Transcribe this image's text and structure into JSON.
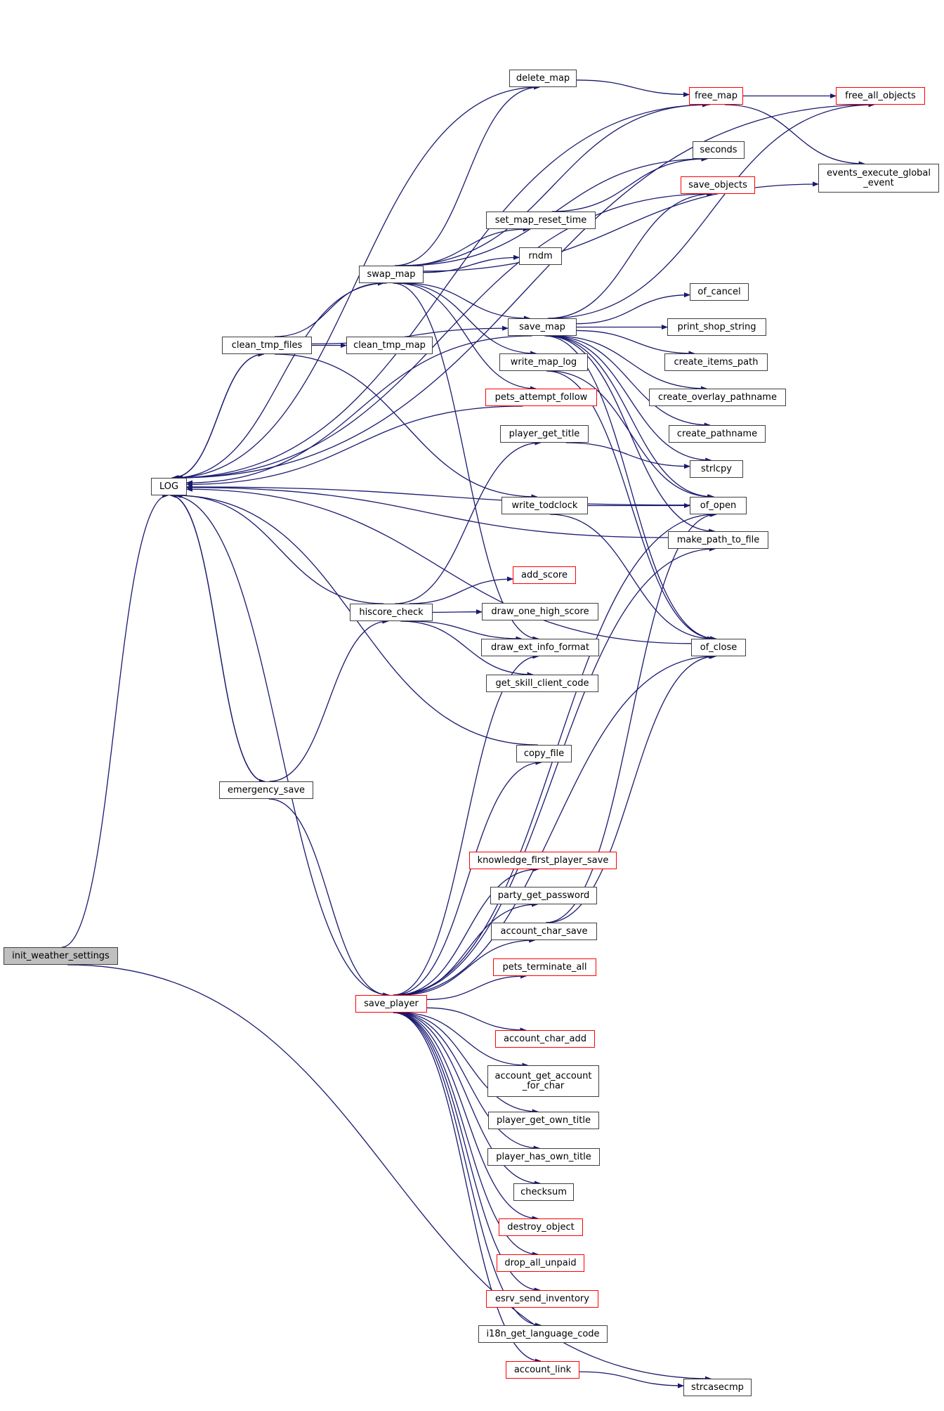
{
  "diagram": {
    "type": "call-graph",
    "edge_color": "#191970",
    "root": "init_weather_settings",
    "nodes": [
      {
        "id": "init_weather_settings",
        "label": "init_weather_settings",
        "style": "root"
      },
      {
        "id": "LOG",
        "label": "LOG",
        "style": "normal"
      },
      {
        "id": "clean_tmp_files",
        "label": "clean_tmp_files",
        "style": "normal"
      },
      {
        "id": "emergency_save",
        "label": "emergency_save",
        "style": "normal"
      },
      {
        "id": "swap_map",
        "label": "swap_map",
        "style": "normal"
      },
      {
        "id": "clean_tmp_map",
        "label": "clean_tmp_map",
        "style": "normal"
      },
      {
        "id": "hiscore_check",
        "label": "hiscore_check",
        "style": "normal"
      },
      {
        "id": "save_player",
        "label": "save_player",
        "style": "red"
      },
      {
        "id": "delete_map",
        "label": "delete_map",
        "style": "normal"
      },
      {
        "id": "set_map_reset_time",
        "label": "set_map_reset_time",
        "style": "normal"
      },
      {
        "id": "rndm",
        "label": "rndm",
        "style": "normal"
      },
      {
        "id": "save_map",
        "label": "save_map",
        "style": "normal"
      },
      {
        "id": "write_map_log",
        "label": "write_map_log",
        "style": "normal"
      },
      {
        "id": "pets_attempt_follow",
        "label": "pets_attempt_follow",
        "style": "red"
      },
      {
        "id": "player_get_title",
        "label": "player_get_title",
        "style": "normal"
      },
      {
        "id": "write_todclock",
        "label": "write_todclock",
        "style": "normal"
      },
      {
        "id": "add_score",
        "label": "add_score",
        "style": "red"
      },
      {
        "id": "draw_one_high_score",
        "label": "draw_one_high_score",
        "style": "normal"
      },
      {
        "id": "draw_ext_info_format",
        "label": "draw_ext_info_format",
        "style": "normal"
      },
      {
        "id": "get_skill_client_code",
        "label": "get_skill_client_code",
        "style": "normal"
      },
      {
        "id": "copy_file",
        "label": "copy_file",
        "style": "normal"
      },
      {
        "id": "knowledge_first_player_save",
        "label": "knowledge_first_player_save",
        "style": "red"
      },
      {
        "id": "party_get_password",
        "label": "party_get_password",
        "style": "normal"
      },
      {
        "id": "account_char_save",
        "label": "account_char_save",
        "style": "normal"
      },
      {
        "id": "pets_terminate_all",
        "label": "pets_terminate_all",
        "style": "red"
      },
      {
        "id": "account_char_add",
        "label": "account_char_add",
        "style": "red"
      },
      {
        "id": "account_get_account_for_char",
        "label": "account_get_account\n_for_char",
        "style": "normal"
      },
      {
        "id": "player_get_own_title",
        "label": "player_get_own_title",
        "style": "normal"
      },
      {
        "id": "player_has_own_title",
        "label": "player_has_own_title",
        "style": "normal"
      },
      {
        "id": "checksum",
        "label": "checksum",
        "style": "normal"
      },
      {
        "id": "destroy_object",
        "label": "destroy_object",
        "style": "red"
      },
      {
        "id": "drop_all_unpaid",
        "label": "drop_all_unpaid",
        "style": "red"
      },
      {
        "id": "esrv_send_inventory",
        "label": "esrv_send_inventory",
        "style": "red"
      },
      {
        "id": "i18n_get_language_code",
        "label": "i18n_get_language_code",
        "style": "normal"
      },
      {
        "id": "account_link",
        "label": "account_link",
        "style": "red"
      },
      {
        "id": "free_map",
        "label": "free_map",
        "style": "red"
      },
      {
        "id": "seconds",
        "label": "seconds",
        "style": "normal"
      },
      {
        "id": "save_objects",
        "label": "save_objects",
        "style": "red"
      },
      {
        "id": "of_cancel",
        "label": "of_cancel",
        "style": "normal"
      },
      {
        "id": "print_shop_string",
        "label": "print_shop_string",
        "style": "normal"
      },
      {
        "id": "create_items_path",
        "label": "create_items_path",
        "style": "normal"
      },
      {
        "id": "create_overlay_pathname",
        "label": "create_overlay_pathname",
        "style": "normal"
      },
      {
        "id": "create_pathname",
        "label": "create_pathname",
        "style": "normal"
      },
      {
        "id": "strlcpy",
        "label": "strlcpy",
        "style": "normal"
      },
      {
        "id": "of_open",
        "label": "of_open",
        "style": "normal"
      },
      {
        "id": "make_path_to_file",
        "label": "make_path_to_file",
        "style": "normal"
      },
      {
        "id": "of_close",
        "label": "of_close",
        "style": "normal"
      },
      {
        "id": "strcasecmp",
        "label": "strcasecmp",
        "style": "normal"
      },
      {
        "id": "free_all_objects",
        "label": "free_all_objects",
        "style": "red"
      },
      {
        "id": "events_execute_global_event",
        "label": "events_execute_global\n_event",
        "style": "normal"
      }
    ],
    "edges": [
      [
        "init_weather_settings",
        "LOG"
      ],
      [
        "init_weather_settings",
        "strcasecmp"
      ],
      [
        "clean_tmp_files",
        "LOG"
      ],
      [
        "clean_tmp_files",
        "swap_map"
      ],
      [
        "clean_tmp_files",
        "clean_tmp_map"
      ],
      [
        "clean_tmp_files",
        "save_map"
      ],
      [
        "clean_tmp_files",
        "write_todclock"
      ],
      [
        "LOG",
        "clean_tmp_files"
      ],
      [
        "LOG",
        "emergency_save"
      ],
      [
        "emergency_save",
        "LOG"
      ],
      [
        "emergency_save",
        "hiscore_check"
      ],
      [
        "emergency_save",
        "save_player"
      ],
      [
        "swap_map",
        "LOG"
      ],
      [
        "swap_map",
        "delete_map"
      ],
      [
        "swap_map",
        "free_map"
      ],
      [
        "swap_map",
        "seconds"
      ],
      [
        "swap_map",
        "set_map_reset_time"
      ],
      [
        "swap_map",
        "rndm"
      ],
      [
        "swap_map",
        "events_execute_global_event"
      ],
      [
        "swap_map",
        "save_map"
      ],
      [
        "swap_map",
        "write_map_log"
      ],
      [
        "swap_map",
        "pets_attempt_follow"
      ],
      [
        "swap_map",
        "draw_ext_info_format"
      ],
      [
        "delete_map",
        "LOG"
      ],
      [
        "delete_map",
        "free_map"
      ],
      [
        "free_map",
        "LOG"
      ],
      [
        "free_map",
        "free_all_objects"
      ],
      [
        "free_map",
        "events_execute_global_event"
      ],
      [
        "free_all_objects",
        "LOG"
      ],
      [
        "save_objects",
        "LOG"
      ],
      [
        "set_map_reset_time",
        "seconds"
      ],
      [
        "save_map",
        "LOG"
      ],
      [
        "save_map",
        "save_objects"
      ],
      [
        "save_map",
        "free_all_objects"
      ],
      [
        "save_map",
        "of_cancel"
      ],
      [
        "save_map",
        "print_shop_string"
      ],
      [
        "save_map",
        "create_items_path"
      ],
      [
        "save_map",
        "create_overlay_pathname"
      ],
      [
        "save_map",
        "create_pathname"
      ],
      [
        "save_map",
        "strlcpy"
      ],
      [
        "save_map",
        "of_open"
      ],
      [
        "save_map",
        "make_path_to_file"
      ],
      [
        "save_map",
        "of_close"
      ],
      [
        "write_map_log",
        "of_open"
      ],
      [
        "write_map_log",
        "of_close"
      ],
      [
        "pets_attempt_follow",
        "LOG"
      ],
      [
        "player_get_title",
        "strlcpy"
      ],
      [
        "write_todclock",
        "of_open"
      ],
      [
        "write_todclock",
        "of_close"
      ],
      [
        "of_open",
        "LOG"
      ],
      [
        "make_path_to_file",
        "LOG"
      ],
      [
        "of_close",
        "LOG"
      ],
      [
        "hiscore_check",
        "LOG"
      ],
      [
        "hiscore_check",
        "player_get_title"
      ],
      [
        "hiscore_check",
        "add_score"
      ],
      [
        "hiscore_check",
        "draw_one_high_score"
      ],
      [
        "hiscore_check",
        "draw_ext_info_format"
      ],
      [
        "hiscore_check",
        "get_skill_client_code"
      ],
      [
        "copy_file",
        "LOG"
      ],
      [
        "save_player",
        "LOG"
      ],
      [
        "save_player",
        "draw_ext_info_format"
      ],
      [
        "save_player",
        "copy_file"
      ],
      [
        "save_player",
        "of_open"
      ],
      [
        "save_player",
        "make_path_to_file"
      ],
      [
        "save_player",
        "knowledge_first_player_save"
      ],
      [
        "save_player",
        "party_get_password"
      ],
      [
        "save_player",
        "account_char_save"
      ],
      [
        "save_player",
        "pets_terminate_all"
      ],
      [
        "save_player",
        "of_close"
      ],
      [
        "save_player",
        "account_char_add"
      ],
      [
        "save_player",
        "account_get_account_for_char"
      ],
      [
        "save_player",
        "player_get_own_title"
      ],
      [
        "save_player",
        "player_has_own_title"
      ],
      [
        "save_player",
        "checksum"
      ],
      [
        "save_player",
        "destroy_object"
      ],
      [
        "save_player",
        "drop_all_unpaid"
      ],
      [
        "save_player",
        "esrv_send_inventory"
      ],
      [
        "save_player",
        "i18n_get_language_code"
      ],
      [
        "save_player",
        "account_link"
      ],
      [
        "account_char_save",
        "of_open"
      ],
      [
        "account_char_save",
        "of_close"
      ],
      [
        "account_link",
        "strcasecmp"
      ]
    ]
  }
}
